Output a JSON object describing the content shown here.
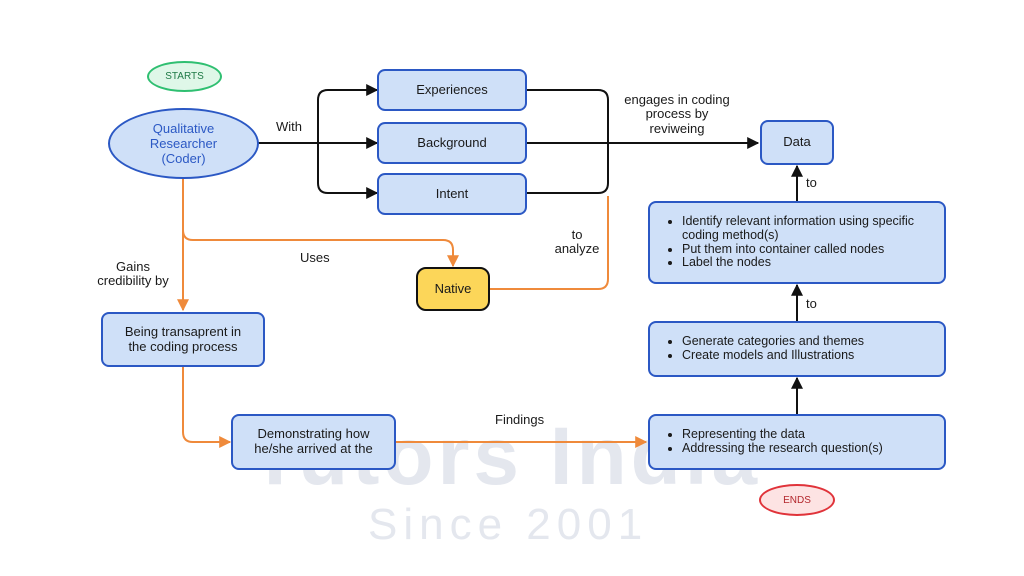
{
  "watermark": {
    "brand": "Tutors India",
    "since": "Since 2001"
  },
  "nodes": {
    "starts": "STARTS",
    "researcher": "Qualitative Researcher (Coder)",
    "experiences": "Experiences",
    "background": "Background",
    "intent": "Intent",
    "native": "Native",
    "data": "Data",
    "transparent": "Being transaprent in the coding process",
    "demonstrating": "Demonstrating how he/she arrived at the",
    "identify": [
      "Identify relevant information using specific coding method(s)",
      "Put them into container called nodes",
      "Label the nodes"
    ],
    "generate": [
      "Generate categories and themes",
      "Create models and Illustrations"
    ],
    "representing": [
      "Representing the data",
      "Addressing the research question(s)"
    ],
    "ends": "ENDS"
  },
  "labels": {
    "with": "With",
    "engages": "engages in coding process by reviweing",
    "uses": "Uses",
    "analyze": "to analyze",
    "gains": "Gains credibility by",
    "findings": "Findings",
    "to1": "to",
    "to2": "to"
  },
  "colors": {
    "node_fill": "#cfe0f8",
    "node_border": "#2b58c4",
    "native_fill": "#fcd659",
    "starts_fill": "#dff7e8",
    "starts_border": "#2fbf71",
    "ends_fill": "#fde3e3",
    "ends_border": "#e0333a",
    "orange_arrow": "#ef8a3b",
    "black_arrow": "#111111"
  }
}
